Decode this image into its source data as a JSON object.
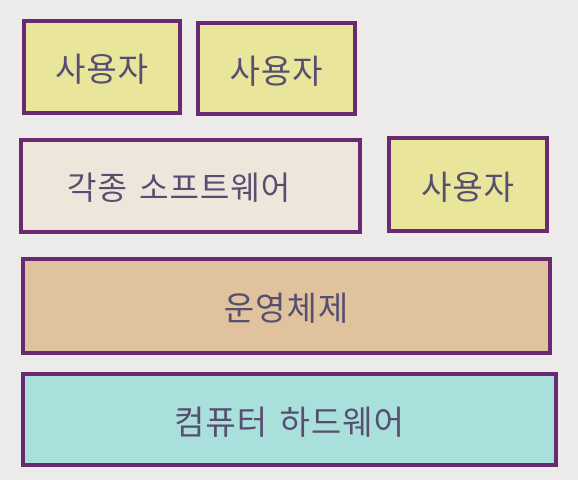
{
  "diagram": {
    "users": [
      "사용자",
      "사용자",
      "사용자"
    ],
    "software": "각종 소프트웨어",
    "operating_system": "운영체제",
    "hardware": "컴퓨터 하드웨어"
  },
  "colors": {
    "border": "#6a2a72",
    "text": "#574e70",
    "background": "#ecebea",
    "user_fill": "#e9e59b",
    "software_fill": "#eee6da",
    "os_fill": "#e0c39c",
    "hardware_fill": "#a9e0db"
  }
}
